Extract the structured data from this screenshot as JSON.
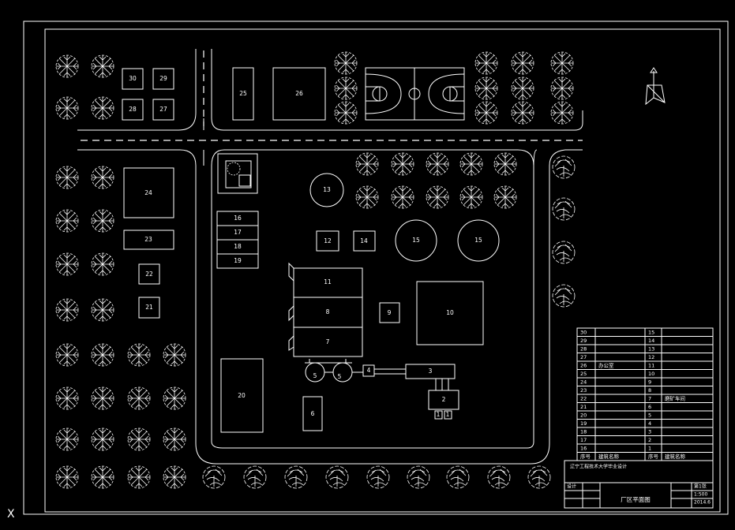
{
  "colors": {
    "background": "#000000",
    "line": "#ffffff"
  },
  "corner_mark": "X",
  "buildings": [
    {
      "id": "30"
    },
    {
      "id": "29"
    },
    {
      "id": "28"
    },
    {
      "id": "27"
    },
    {
      "id": "26"
    },
    {
      "id": "25"
    },
    {
      "id": "24"
    },
    {
      "id": "23"
    },
    {
      "id": "22"
    },
    {
      "id": "21"
    },
    {
      "id": "20"
    },
    {
      "id": "16"
    },
    {
      "id": "17"
    },
    {
      "id": "18"
    },
    {
      "id": "19"
    },
    {
      "id": "13"
    },
    {
      "id": "12"
    },
    {
      "id": "14"
    },
    {
      "id": "15"
    },
    {
      "id": "15"
    },
    {
      "id": "11"
    },
    {
      "id": "8"
    },
    {
      "id": "7"
    },
    {
      "id": "9"
    },
    {
      "id": "10"
    },
    {
      "id": "4"
    },
    {
      "id": "3"
    },
    {
      "id": "2"
    },
    {
      "id": "6"
    },
    {
      "id": "5"
    },
    {
      "id": "5"
    },
    {
      "id": "1"
    },
    {
      "id": "1"
    }
  ],
  "legend": {
    "header": {
      "no": "序号",
      "name": "建筑名称",
      "no2": "序号",
      "name2": "建筑名称"
    },
    "rows": [
      {
        "no": "30",
        "name": "",
        "no2": "15",
        "name2": ""
      },
      {
        "no": "29",
        "name": "",
        "no2": "14",
        "name2": ""
      },
      {
        "no": "28",
        "name": "",
        "no2": "13",
        "name2": ""
      },
      {
        "no": "27",
        "name": "",
        "no2": "12",
        "name2": ""
      },
      {
        "no": "26",
        "name": "办公室",
        "no2": "11",
        "name2": ""
      },
      {
        "no": "25",
        "name": "",
        "no2": "10",
        "name2": ""
      },
      {
        "no": "24",
        "name": "",
        "no2": "9",
        "name2": ""
      },
      {
        "no": "23",
        "name": "",
        "no2": "8",
        "name2": ""
      },
      {
        "no": "22",
        "name": "",
        "no2": "7",
        "name2": "磨矿车间"
      },
      {
        "no": "21",
        "name": "",
        "no2": "6",
        "name2": ""
      },
      {
        "no": "20",
        "name": "",
        "no2": "5",
        "name2": ""
      },
      {
        "no": "19",
        "name": "",
        "no2": "4",
        "name2": ""
      },
      {
        "no": "18",
        "name": "",
        "no2": "3",
        "name2": ""
      },
      {
        "no": "17",
        "name": "",
        "no2": "2",
        "name2": ""
      },
      {
        "no": "16",
        "name": "",
        "no2": "1",
        "name2": ""
      }
    ]
  },
  "title_block": {
    "line1": "辽宁工程技术大学毕业设计",
    "line2": "",
    "line3": "",
    "label_design": "设计",
    "label_draw": "",
    "label_check": "",
    "label_review": "",
    "name_design": "",
    "name_check": "",
    "main_title": "",
    "sub_title": "厂区平面图",
    "sheet": "第1张",
    "scale": "1:500",
    "date": "2014.6"
  }
}
